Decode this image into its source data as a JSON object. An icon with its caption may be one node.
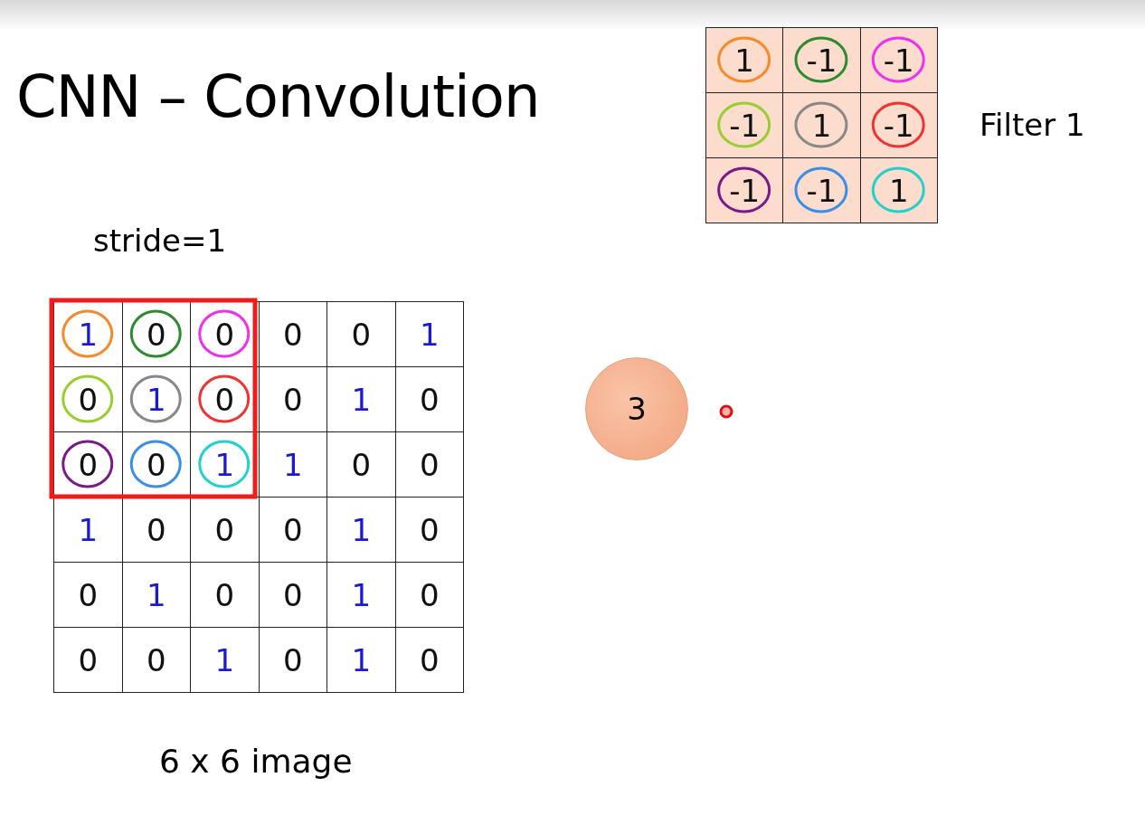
{
  "diagram": {
    "title": "CNN – Convolution",
    "nodes": [
      {
        "text": [
          "3"
        ]
      }
    ],
    "labels": [
      "Filter 1",
      "1",
      "-1",
      "-1",
      "-1",
      "1",
      "-1",
      "-1",
      "-1",
      "1",
      "stride=1",
      "1",
      "0",
      "0",
      "0",
      "0",
      "1",
      "0",
      "1",
      "0",
      "0",
      "1",
      "0",
      "0",
      "0",
      "1",
      "1",
      "0",
      "0",
      "1",
      "0",
      "0",
      "0",
      "1",
      "0",
      "0",
      "1",
      "0",
      "0",
      "1",
      "0",
      "0",
      "0",
      "1",
      "0",
      "1",
      "0",
      "6 x 6 image"
    ]
  }
}
